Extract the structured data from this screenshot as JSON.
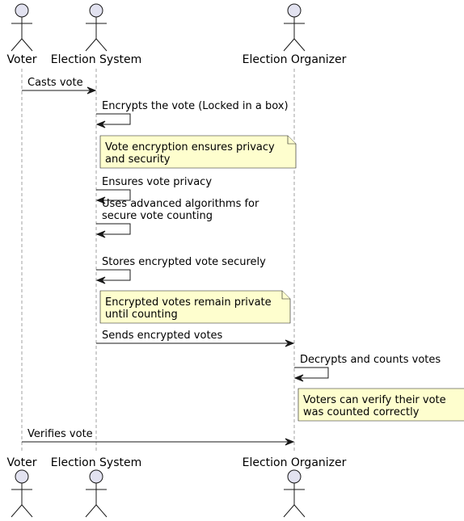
{
  "actors": [
    {
      "id": "voter",
      "label": "Voter"
    },
    {
      "id": "system",
      "label": "Election System"
    },
    {
      "id": "organizer",
      "label": "Election Organizer"
    }
  ],
  "messages": [
    {
      "from": "voter",
      "to": "system",
      "lines": [
        "Casts vote"
      ]
    },
    {
      "from": "system",
      "to": "system",
      "lines": [
        "Encrypts the vote (Locked in a box)"
      ]
    },
    {
      "note": true,
      "over": "system",
      "lines": [
        "Vote encryption ensures privacy",
        "and security"
      ]
    },
    {
      "from": "system",
      "to": "system",
      "lines": [
        "Ensures vote privacy"
      ]
    },
    {
      "from": "system",
      "to": "system",
      "lines": [
        "Uses advanced algorithms for",
        "secure vote counting"
      ]
    },
    {
      "from": "system",
      "to": "system",
      "lines": [
        "Stores encrypted vote securely"
      ]
    },
    {
      "note": true,
      "over": "system",
      "lines": [
        "Encrypted votes remain private",
        "until counting"
      ]
    },
    {
      "from": "system",
      "to": "organizer",
      "lines": [
        "Sends encrypted votes"
      ]
    },
    {
      "from": "organizer",
      "to": "organizer",
      "lines": [
        "Decrypts and counts votes"
      ]
    },
    {
      "note": true,
      "over": "organizer",
      "lines": [
        "Voters can verify their vote",
        "was counted correctly"
      ]
    },
    {
      "from": "voter",
      "to": "organizer",
      "lines": [
        "Verifies vote"
      ]
    }
  ],
  "colors": {
    "actor_fill": "#e2e2f0",
    "note_fill": "#fefece",
    "line": "#181818",
    "lifeline": "#a0a0a0"
  }
}
